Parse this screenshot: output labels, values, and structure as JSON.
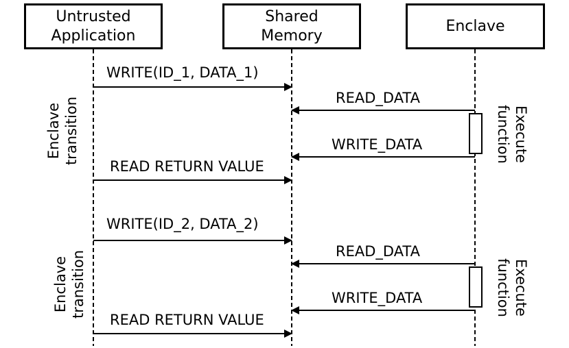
{
  "participants": {
    "untrusted": {
      "line1": "Untrusted",
      "line2": "Application"
    },
    "shared": {
      "line1": "Shared",
      "line2": "Memory"
    },
    "enclave": {
      "line1": "Enclave"
    }
  },
  "round1": {
    "write": "WRITE(ID_1, DATA_1)",
    "read_data": "READ_DATA",
    "write_data": "WRITE_DATA",
    "read_return": "READ RETURN VALUE",
    "transition_line1": "Enclave",
    "transition_line2": "transition",
    "execute_line1": "Execute",
    "execute_line2": "function"
  },
  "round2": {
    "write": "WRITE(ID_2, DATA_2)",
    "read_data": "READ_DATA",
    "write_data": "WRITE_DATA",
    "read_return": "READ RETURN VALUE",
    "transition_line1": "Enclave",
    "transition_line2": "transition",
    "execute_line1": "Execute",
    "execute_line2": "function"
  }
}
